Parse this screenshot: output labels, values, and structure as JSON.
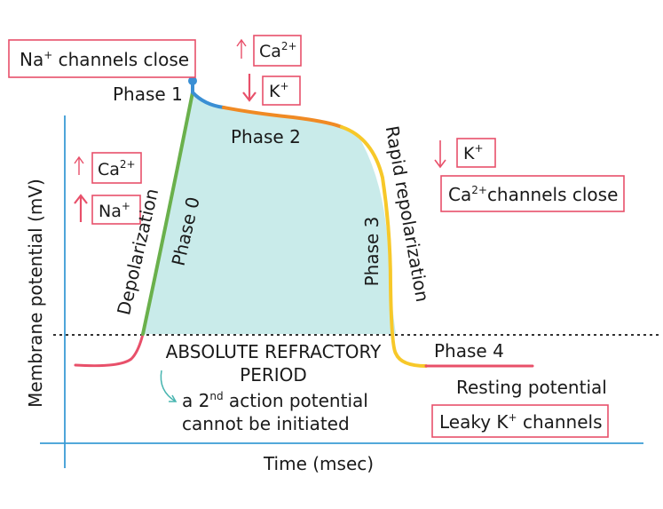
{
  "colors": {
    "axis": "#3a9bd5",
    "fill": "#c9ebea",
    "phase0": "#6ab04c",
    "phase1": "#3a8fd4",
    "phase2": "#f08a24",
    "phase3": "#f7c829",
    "phase4": "#e8506a",
    "box_border": "#e8506a",
    "arrow_red": "#e8506a",
    "arrow_teal": "#48b5b0"
  },
  "axes": {
    "xlabel": "Time (msec)",
    "ylabel": "Membrane potential (mV)"
  },
  "labels": {
    "phase1": "Phase 1",
    "phase2": "Phase 2",
    "phase0": "Phase 0",
    "phase3": "Phase 3",
    "phase4": "Phase 4",
    "depolarization": "Depolarization",
    "rapid_repolarization": "Rapid repolarization",
    "resting_potential": "Resting potential",
    "arp_line1": "ABSOLUTE REFRACTORY",
    "arp_line2": "PERIOD",
    "arp_note_prefix": "a 2",
    "arp_note_sup": "nd",
    "arp_note_suffix": " action potential",
    "arp_note_line2": "cannot be initiated"
  },
  "boxes": {
    "na_close": {
      "base": "Na",
      "sup": "+",
      "rest": " channels close"
    },
    "ca_up_p2": {
      "base": "Ca",
      "sup": "2+",
      "arrow": "up"
    },
    "k_down_p2": {
      "base": "K",
      "sup": "+",
      "arrow": "down"
    },
    "ca_up_p0": {
      "base": "Ca",
      "sup": "2+",
      "arrow": "up"
    },
    "na_up_p0": {
      "base": "Na",
      "sup": "+",
      "arrow": "up"
    },
    "k_down_p3": {
      "base": "K",
      "sup": "+",
      "arrow": "down"
    },
    "ca_close": {
      "base": "Ca",
      "sup": "2+",
      "rest": "channels close"
    },
    "leaky_k": {
      "base": "Leaky K",
      "sup": "+",
      "rest": " channels"
    }
  }
}
